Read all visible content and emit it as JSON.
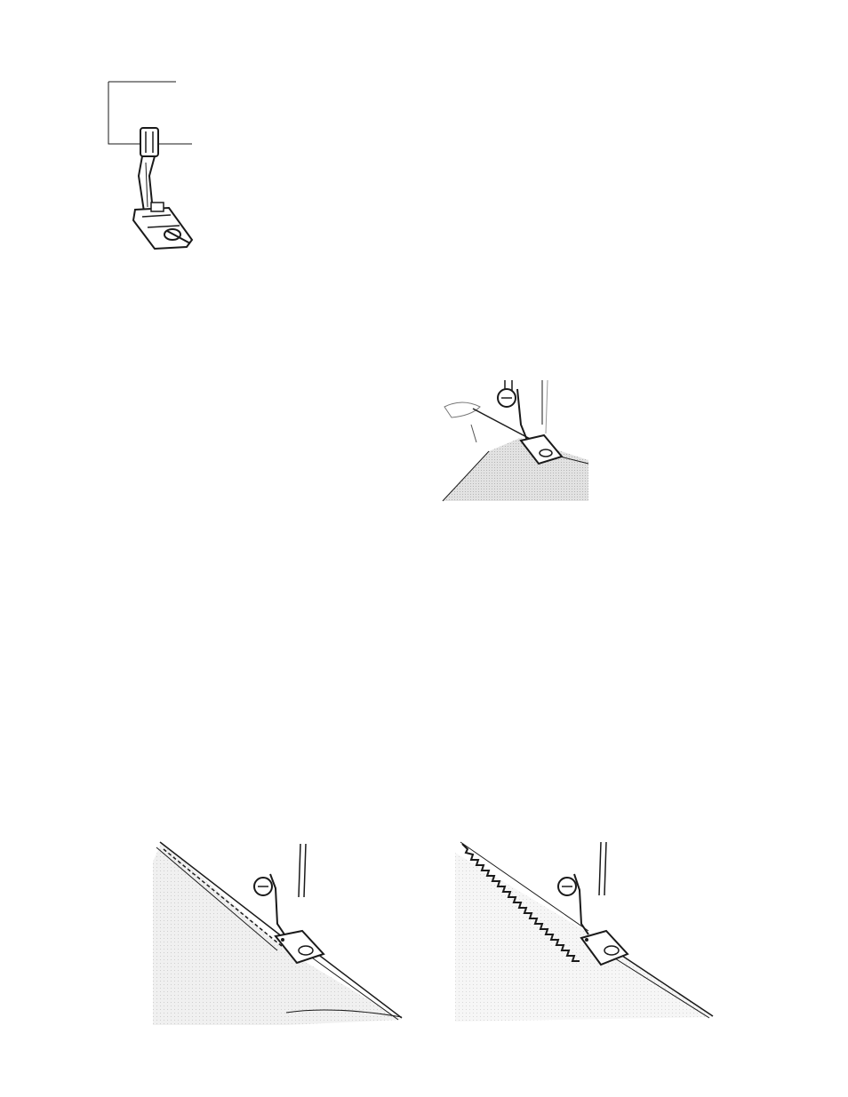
{
  "page": {
    "background": "#ffffff",
    "ink": "#1a1a1a",
    "fabric_shade": "#d9d9d9"
  },
  "figures": [
    {
      "id": "hemmer-foot",
      "icon": "hemmer-foot-icon"
    },
    {
      "id": "hem-start",
      "icon": "hemming-start-illustration"
    },
    {
      "id": "hem-straight-stitch",
      "icon": "straight-stitch-hem-illustration"
    },
    {
      "id": "hem-zigzag-stitch",
      "icon": "zigzag-stitch-hem-illustration"
    }
  ]
}
